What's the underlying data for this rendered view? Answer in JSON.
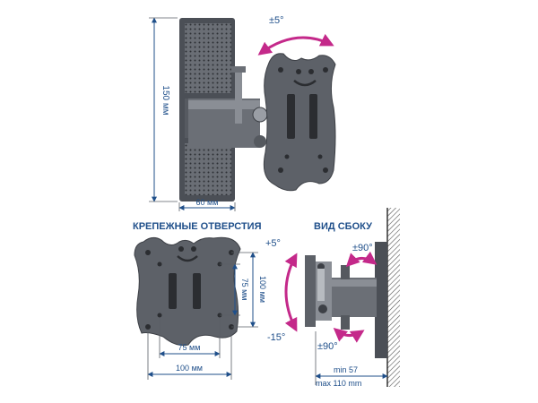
{
  "dimensions": {
    "height_label": "150 мм",
    "depth_label": "60 мм",
    "hole_h_small": "75 мм",
    "hole_h_large": "100 мм",
    "hole_v_small": "75 мм",
    "hole_v_large": "100 мм",
    "wall_min": "min 57",
    "wall_max": "max 110 mm"
  },
  "headings": {
    "mounting_holes": "КРЕПЕЖНЫЕ ОТВЕРСТИЯ",
    "side_view": "ВИД СБОКУ"
  },
  "angles": {
    "top_swivel": "±5°",
    "tilt_up": "+5°",
    "tilt_down": "-15°",
    "swivel_top": "±90°",
    "swivel_bottom": "±90°"
  },
  "colors": {
    "dimension": "#1f4f8a",
    "motion_arrow": "#c4298a",
    "metal": "#5d6168",
    "metal_dark": "#3d4046"
  }
}
